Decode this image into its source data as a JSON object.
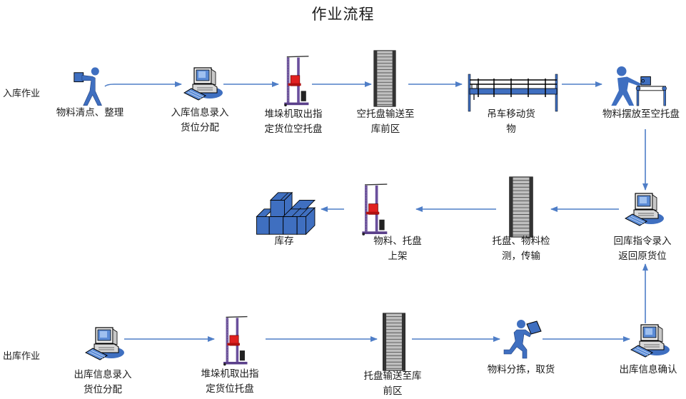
{
  "title": "作业流程",
  "rows": {
    "inbound_label": "入库作业",
    "outbound_label": "出库作业"
  },
  "colors": {
    "accent_blue": "#4472C4",
    "icon_blue": "#3F6FC0",
    "arrow": "#4F7EC7"
  },
  "inbound_steps": [
    {
      "icon": "worker-carrying-icon",
      "lines": [
        "物料清点、整理"
      ]
    },
    {
      "icon": "computer-icon",
      "lines": [
        "入库信息录入",
        "货位分配"
      ]
    },
    {
      "icon": "stacker-crane-icon",
      "lines": [
        "堆垛机取出指",
        "定货位空托盘"
      ]
    },
    {
      "icon": "conveyor-icon",
      "lines": [
        "空托盘输送至",
        "库前区"
      ]
    },
    {
      "icon": "overhead-crane-icon",
      "lines": [
        "吊车移动货",
        "物"
      ]
    },
    {
      "icon": "worker-conveyor-icon",
      "lines": [
        "物料摆放至空托盘"
      ]
    }
  ],
  "return_steps": [
    {
      "icon": "computer-icon",
      "lines": [
        "回库指令录入",
        "返回原货位"
      ]
    },
    {
      "icon": "conveyor-icon",
      "lines": [
        "托盘、物料检",
        "测，传输"
      ]
    },
    {
      "icon": "stacker-crane-icon",
      "lines": [
        "物料、托盘",
        "上架"
      ]
    },
    {
      "icon": "inventory-boxes-icon",
      "lines": [
        "库存"
      ]
    }
  ],
  "outbound_steps": [
    {
      "icon": "computer-icon",
      "lines": [
        "出库信息录入",
        "货位分配"
      ]
    },
    {
      "icon": "stacker-crane-icon",
      "lines": [
        "堆垛机取出指",
        "定货位托盘"
      ]
    },
    {
      "icon": "conveyor-icon",
      "lines": [
        "托盘输送至库",
        "前区"
      ]
    },
    {
      "icon": "worker-picking-icon",
      "lines": [
        "物料分拣，取货"
      ]
    },
    {
      "icon": "computer-icon",
      "lines": [
        "出库信息确认"
      ]
    }
  ]
}
